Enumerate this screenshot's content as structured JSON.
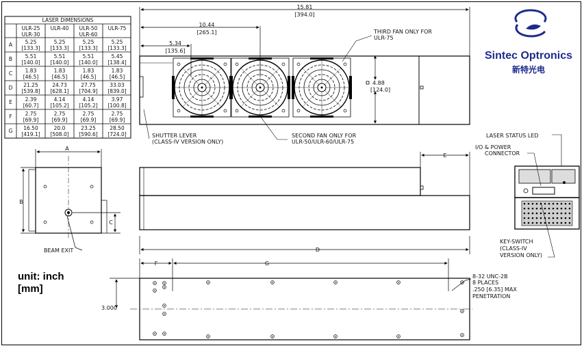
{
  "table": {
    "title": "LASER DIMENSIONS",
    "columns": [
      "ULR-25\nULR-30",
      "ULR-40",
      "ULR-50\nULR-60",
      "ULR-75"
    ],
    "rows": [
      {
        "key": "A",
        "cells": [
          "5.25\n[133.3]",
          "5.25\n[133.3]",
          "5.25\n[133.3]",
          "5.25\n[133.3]"
        ]
      },
      {
        "key": "B",
        "cells": [
          "5.51\n[140.0]",
          "5.51\n[140.0]",
          "5.51\n[140.0]",
          "5.45\n[138.4]"
        ]
      },
      {
        "key": "C",
        "cells": [
          "1.83\n[46.5]",
          "1.83\n[46.5]",
          "1.83\n[46.5]",
          "1.83\n[46.5]"
        ]
      },
      {
        "key": "D",
        "cells": [
          "21.25\n[539.8]",
          "24.73\n[628.1]",
          "27.75\n[704.9]",
          "33.03\n[839.0]"
        ]
      },
      {
        "key": "E",
        "cells": [
          "2.39\n[60.7]",
          "4.14\n[105.2]",
          "4.14\n[105.2]",
          "3.97\n[100.8]"
        ]
      },
      {
        "key": "F",
        "cells": [
          "2.75\n[69.9]",
          "2.75\n[69.9]",
          "2.75\n[69.9]",
          "2.75\n[69.9]"
        ]
      },
      {
        "key": "G",
        "cells": [
          "16.50\n[419.1]",
          "20.0\n[508.0]",
          "23.25\n[590.6]",
          "28.50\n[724.0]"
        ]
      }
    ]
  },
  "dims": {
    "d1": "15.81",
    "d1mm": "[394.0]",
    "d2": "10.44",
    "d2mm": "[265.1]",
    "d3": "5.34",
    "d3mm": "[135.6]",
    "d4": "4.88",
    "d4mm": "[124.0]",
    "e": "E",
    "d": "D",
    "f": "F",
    "g": "G",
    "a": "A",
    "b": "B",
    "c": "C",
    "h": "3.000"
  },
  "labels": {
    "third_fan": [
      "THIRD FAN ONLY FOR",
      "ULR-75"
    ],
    "second_fan": [
      "SECOND FAN ONLY FOR",
      "ULR-50/ULR-60/ULR-75"
    ],
    "shutter": [
      "SHUTTER LEVER",
      "(CLASS-IV VERSION ONLY)"
    ],
    "laser_status": "LASER STATUS LED",
    "io_power": [
      "I/O & POWER",
      "CONNECTOR"
    ],
    "keyswitch": [
      "KEY-SWITCH",
      "(CLASS-IV",
      "VERSION ONLY)"
    ],
    "beam_exit": "BEAM EXIT",
    "screw": [
      "8-32 UNC-2B",
      "8 PLACES",
      ".250 [6.35] MAX",
      "PENETRATION"
    ]
  },
  "units": [
    "unit: inch",
    "[mm]"
  ],
  "logo": {
    "name": "Sintec Optronics",
    "cn": "新特光电"
  },
  "colors": {
    "brand": "#1d2a8c"
  }
}
